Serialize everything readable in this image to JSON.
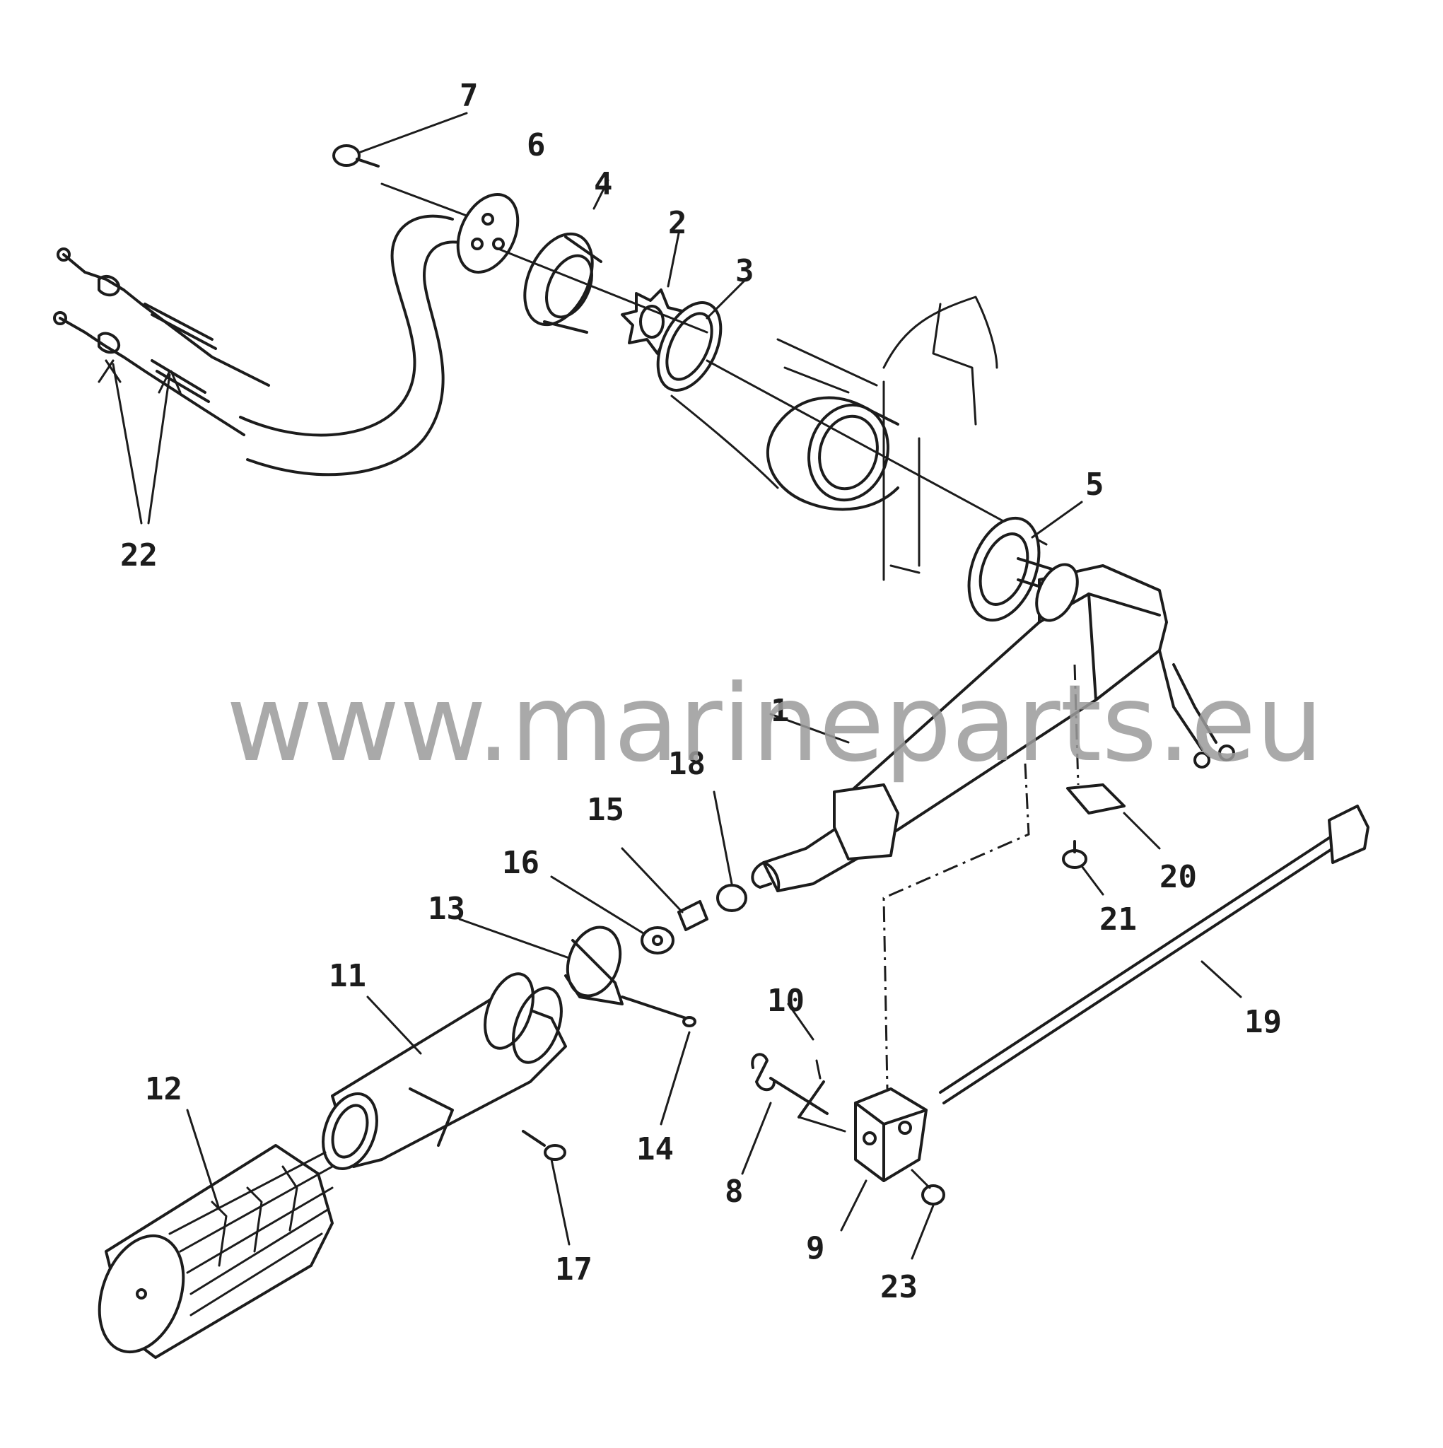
{
  "watermark": "www.marineparts.eu",
  "callouts": [
    {
      "id": "1",
      "label": "1"
    },
    {
      "id": "2",
      "label": "2"
    },
    {
      "id": "3",
      "label": "3"
    },
    {
      "id": "4",
      "label": "4"
    },
    {
      "id": "5",
      "label": "5"
    },
    {
      "id": "6",
      "label": "6"
    },
    {
      "id": "7",
      "label": "7"
    },
    {
      "id": "8",
      "label": "8"
    },
    {
      "id": "9",
      "label": "9"
    },
    {
      "id": "10",
      "label": "10"
    },
    {
      "id": "11",
      "label": "11"
    },
    {
      "id": "12",
      "label": "12"
    },
    {
      "id": "13",
      "label": "13"
    },
    {
      "id": "14",
      "label": "14"
    },
    {
      "id": "15",
      "label": "15"
    },
    {
      "id": "16",
      "label": "16"
    },
    {
      "id": "17",
      "label": "17"
    },
    {
      "id": "18",
      "label": "18"
    },
    {
      "id": "19",
      "label": "19"
    },
    {
      "id": "20",
      "label": "20"
    },
    {
      "id": "21",
      "label": "21"
    },
    {
      "id": "22",
      "label": "22"
    },
    {
      "id": "23",
      "label": "23"
    }
  ]
}
